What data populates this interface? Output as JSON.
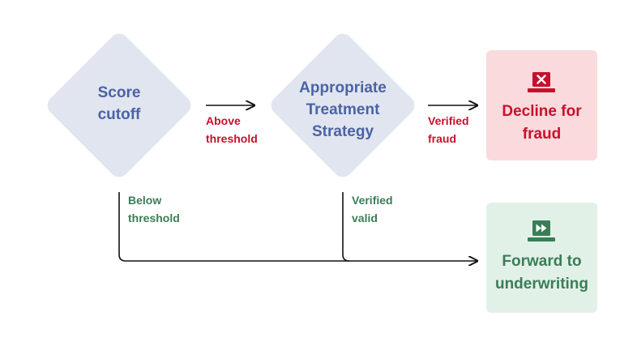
{
  "nodes": {
    "score_cutoff": {
      "label": "Score cutoff"
    },
    "strategy": {
      "label": "Appropriate Treatment Strategy"
    },
    "decline": {
      "label": "Decline for fraud",
      "icon": "reject-icon"
    },
    "forward": {
      "label": "Forward to underwriting",
      "icon": "fast-forward-icon"
    }
  },
  "edges": {
    "above_threshold": "Above threshold",
    "verified_fraud": "Verified fraud",
    "below_threshold": "Below threshold",
    "verified_valid": "Verified valid"
  },
  "colors": {
    "decision_fill": "#e1e5f0",
    "decision_text": "#4a63a6",
    "decline_fill": "#fadadd",
    "decline_text": "#c8102e",
    "forward_fill": "#e2f1e8",
    "forward_text": "#3a7d57"
  }
}
